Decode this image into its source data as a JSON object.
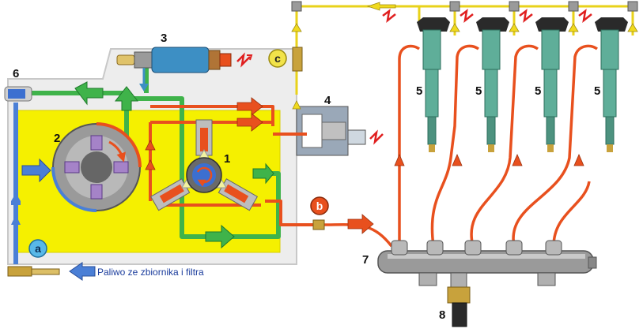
{
  "labels": {
    "n1": "1",
    "n2": "2",
    "n3": "3",
    "n4": "4",
    "n5": "5",
    "n6": "6",
    "n7": "7",
    "n8": "8"
  },
  "badges": {
    "a": "a",
    "b": "b",
    "c": "c"
  },
  "caption": "Paliwo ze zbiornika i filtra",
  "colors": {
    "low_pressure": "#3fb34a",
    "high_pressure": "#e8501e",
    "return_line": "#e8d21a",
    "supply_line": "#4a7fd6",
    "pump_body": "#ededed",
    "pump_inner": "#f5f000",
    "injector": "#5fae99",
    "rail": "#9a9a9a"
  }
}
